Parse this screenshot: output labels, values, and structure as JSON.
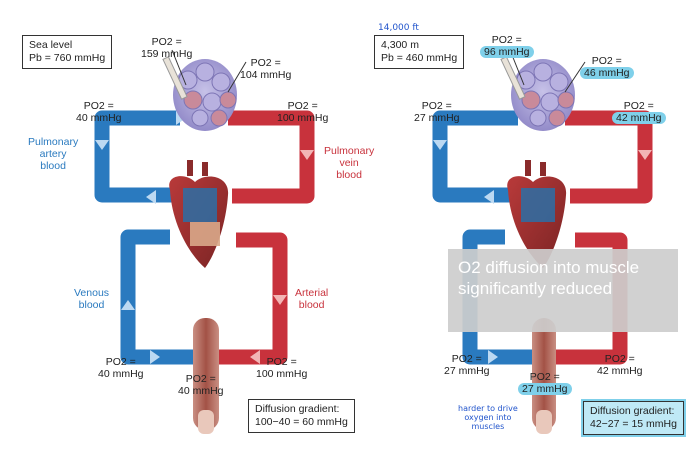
{
  "left": {
    "condition": {
      "line1": "Sea level",
      "line2": "Pb = 760 mmHg"
    },
    "alveolar_top": {
      "label": "PO2 =",
      "value": "159 mmHg"
    },
    "alveolar_right": {
      "label": "PO2 =",
      "value": "104 mmHg"
    },
    "pulm_artery_po2": {
      "label": "PO2 =",
      "value": "40 mmHg"
    },
    "pulm_vein_po2": {
      "label": "PO2 =",
      "value": "100 mmHg"
    },
    "venous_po2": {
      "label": "PO2 =",
      "value": "40 mmHg"
    },
    "arterial_po2": {
      "label": "PO2 =",
      "value": "100 mmHg"
    },
    "muscle_po2": {
      "label": "PO2 =",
      "value": "40 mmHg"
    },
    "pulmonary_artery": "Pulmonary\nartery\nblood",
    "pulmonary_vein": "Pulmonary\nvein\nblood",
    "venous": "Venous\nblood",
    "arterial": "Arterial\nblood",
    "gradient": {
      "line1": "Diffusion gradient:",
      "line2": "100−40 = 60 mmHg"
    }
  },
  "right": {
    "handwritten_altitude": "14,000 ft",
    "condition": {
      "line1": "4,300 m",
      "line2": "Pb = 460 mmHg"
    },
    "alveolar_top": {
      "label": "PO2 =",
      "value": "96 mmHg"
    },
    "alveolar_right": {
      "label": "PO2 =",
      "value": "46 mmHg"
    },
    "pulm_artery_po2": {
      "label": "PO2 =",
      "value": "27 mmHg"
    },
    "pulm_vein_po2": {
      "label": "PO2 =",
      "value": "42 mmHg"
    },
    "venous_po2": {
      "label": "PO2 =",
      "value": "27 mmHg"
    },
    "arterial_po2": {
      "label": "PO2 =",
      "value": "42 mmHg"
    },
    "muscle_po2": {
      "label": "PO2 =",
      "value": "27 mmHg"
    },
    "gradient": {
      "line1": "Diffusion gradient:",
      "line2": "42−27 = 15 mmHg"
    },
    "handwritten_note": "harder to drive\noxygen into\nmuscles",
    "overlay_note": "O2 diffusion into muscle significantly reduced"
  },
  "colors": {
    "venous": "#2a7abf",
    "arterial": "#c8323c",
    "highlight": "#7fd0ea",
    "overlay": "#cdcdcd"
  }
}
